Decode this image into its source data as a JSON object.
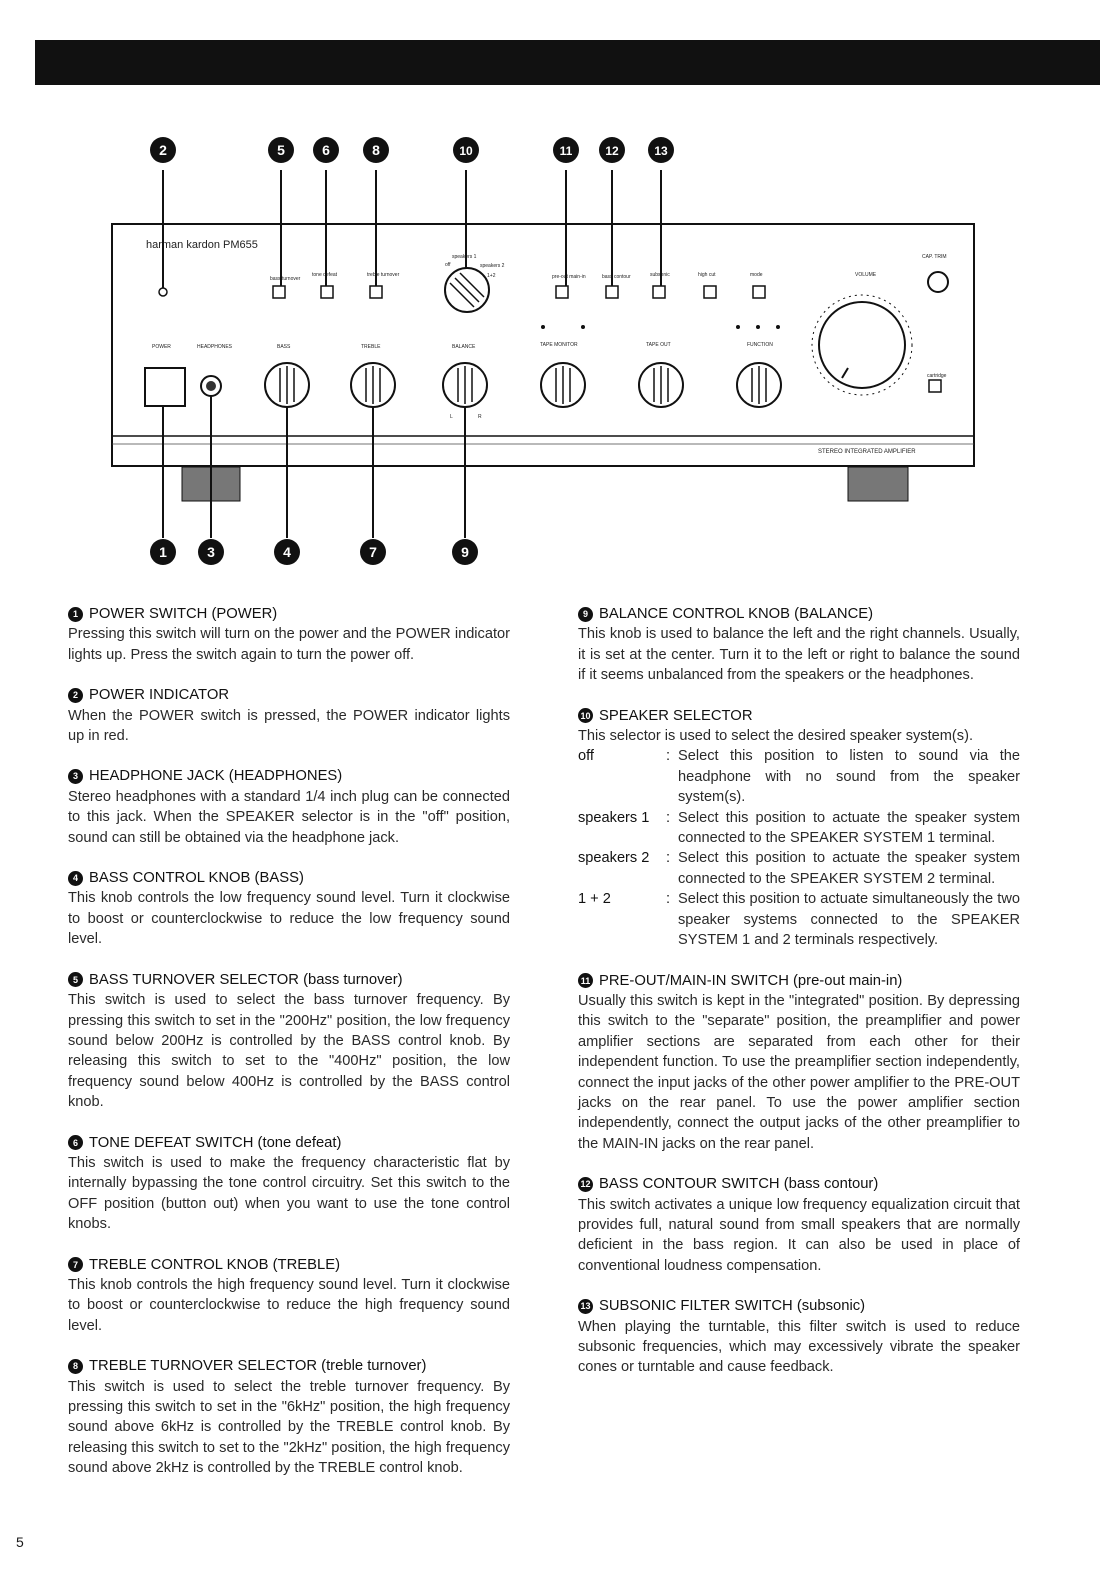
{
  "page_number": "5",
  "front_panel": {
    "brand": "harman kardon PM655",
    "footer_label": "STEREO INTEGRATED AMPLIFIER",
    "labels": {
      "power": "POWER",
      "headphones": "HEADPHONES",
      "bass": "BASS",
      "treble": "TREBLE",
      "balance": "BALANCE",
      "tape_monitor": "TAPE MONITOR",
      "tape_out": "TAPE OUT",
      "function": "FUNCTION",
      "volume": "VOLUME",
      "cartridge": "cartridge",
      "bass_turnover": "bass turnover",
      "tone_defeat": "tone defeat",
      "treble_turnover": "treble turnover",
      "preout_main_in": "pre-out main-in",
      "bass_contour": "bass contour",
      "subsonic": "subsonic",
      "high_cut": "high cut",
      "mode": "mode",
      "cap_trim": "CAP. TRIM",
      "speakers_off": "off",
      "speakers_1": "speakers 1",
      "speakers_2": "speakers 2",
      "speakers_both": "1+2",
      "l": "L",
      "r": "R"
    },
    "callouts_top": [
      "2",
      "5",
      "6",
      "8",
      "10",
      "11",
      "12",
      "13"
    ],
    "callouts_bottom": [
      "1",
      "3",
      "4",
      "7",
      "9"
    ]
  },
  "left_sections": [
    {
      "num": "1",
      "title": "POWER SWITCH (POWER)",
      "body": "Pressing this switch will turn on the power and the POWER indicator lights up. Press the switch again to turn the power off."
    },
    {
      "num": "2",
      "title": "POWER INDICATOR",
      "body": "When the POWER switch is pressed, the POWER indicator lights up in red."
    },
    {
      "num": "3",
      "title": "HEADPHONE JACK (HEADPHONES)",
      "body": "Stereo headphones with a standard 1/4 inch plug can be connected to this jack. When the SPEAKER selector is in the \"off\" position, sound can still be obtained via the headphone jack."
    },
    {
      "num": "4",
      "title": "BASS CONTROL KNOB (BASS)",
      "body": "This knob controls the low frequency sound level. Turn it clockwise to boost or counterclockwise to reduce the low frequency sound level."
    },
    {
      "num": "5",
      "title": "BASS TURNOVER SELECTOR (bass turnover)",
      "body": "This switch is used to select the bass turnover frequency. By pressing this switch to set in the \"200Hz\" position, the low frequency sound below 200Hz is controlled by the BASS control knob. By releasing this switch to set to the \"400Hz\" position, the low frequency sound below 400Hz is controlled by the BASS control knob."
    },
    {
      "num": "6",
      "title": "TONE DEFEAT SWITCH (tone defeat)",
      "body": "This switch is used to make the frequency characteristic flat by internally bypassing the tone control circuitry. Set this switch to the OFF position (button out) when you want to use the tone control knobs."
    },
    {
      "num": "7",
      "title": "TREBLE CONTROL KNOB (TREBLE)",
      "body": "This knob controls the high frequency sound level. Turn it clockwise to boost or counterclockwise to reduce the high frequency sound level."
    },
    {
      "num": "8",
      "title": "TREBLE TURNOVER SELECTOR (treble turnover)",
      "body": "This switch is used to select the treble turnover frequency. By pressing this switch to set in the \"6kHz\" position, the high frequency sound above 6kHz is controlled by the TREBLE control knob. By releasing this switch to set to the \"2kHz\" position, the high frequency sound above 2kHz is controlled by the TREBLE control knob."
    }
  ],
  "right_sections": {
    "balance": {
      "num": "9",
      "title": "BALANCE CONTROL KNOB (BALANCE)",
      "body": "This knob is used to balance the left and the right channels. Usually, it is set at the center. Turn it to the left or right to balance the sound if it seems unbalanced from the speakers or the headphones."
    },
    "speaker": {
      "num": "10",
      "title": "SPEAKER SELECTOR",
      "intro": "This selector is used to select the desired speaker system(s).",
      "options": [
        {
          "term": "off",
          "desc": "Select this position to listen to sound via the headphone with no sound from the speaker system(s)."
        },
        {
          "term": "speakers 1",
          "desc": "Select this position to actuate the speaker system connected to the SPEAKER SYSTEM 1 terminal."
        },
        {
          "term": "speakers 2",
          "desc": "Select this position to actuate the speaker system connected to the SPEAKER SYSTEM 2 terminal."
        },
        {
          "term": "1 + 2",
          "desc": "Select this position to actuate simultaneously the two speaker systems connected to the SPEAKER SYSTEM 1 and 2 terminals respectively."
        }
      ]
    },
    "preout": {
      "num": "11",
      "title": "PRE-OUT/MAIN-IN SWITCH (pre-out main-in)",
      "body": "Usually this switch is kept in the \"integrated\" position. By depressing this switch to the \"separate\" position, the preamplifier and power amplifier sections are separated from each other for their independent function. To use the preamplifier section independently, connect the input jacks of the other power amplifier to the PRE-OUT jacks on the rear panel. To use the power amplifier section independently, connect the output jacks of the other preamplifier to the MAIN-IN jacks on the rear panel."
    },
    "contour": {
      "num": "12",
      "title": "BASS CONTOUR SWITCH (bass contour)",
      "body": "This switch activates a unique low frequency equalization circuit that provides full, natural sound from small speakers that are normally deficient in the bass region. It can also be used in place of conventional loudness compensation."
    },
    "subsonic": {
      "num": "13",
      "title": "SUBSONIC FILTER SWITCH (subsonic)",
      "body": "When playing the turntable, this filter switch is used to reduce subsonic frequencies, which may excessively vibrate the speaker cones or turntable and cause feedback."
    }
  }
}
